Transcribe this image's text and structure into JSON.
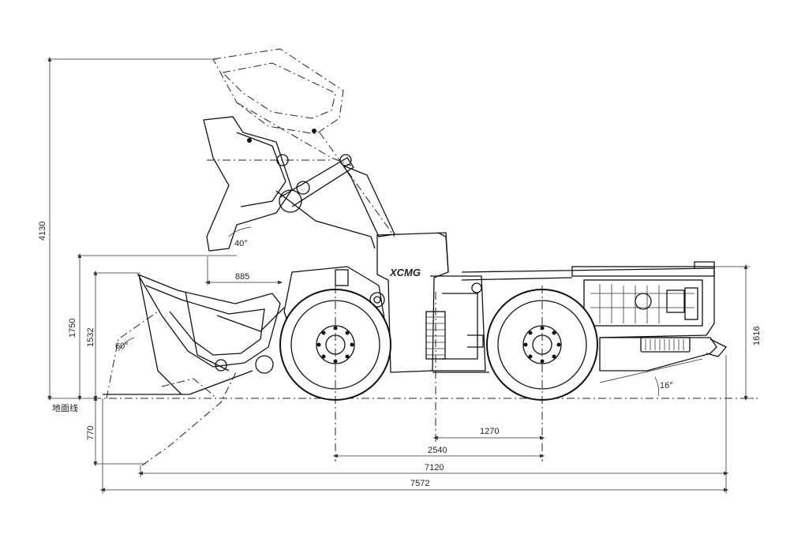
{
  "dimensions": {
    "height_max": "4130",
    "height_mid": "1750",
    "height_bucket": "1532",
    "depth_below": "770",
    "height_rear": "1616",
    "reach": "885",
    "wheel_offset": "1270",
    "wheelbase": "2540",
    "length_inner": "7120",
    "length_total": "7572"
  },
  "angles": {
    "lift": "40°",
    "tilt": "60°",
    "departure": "16°"
  },
  "labels": {
    "ground_line": "地面线",
    "brand": "XCMG"
  }
}
